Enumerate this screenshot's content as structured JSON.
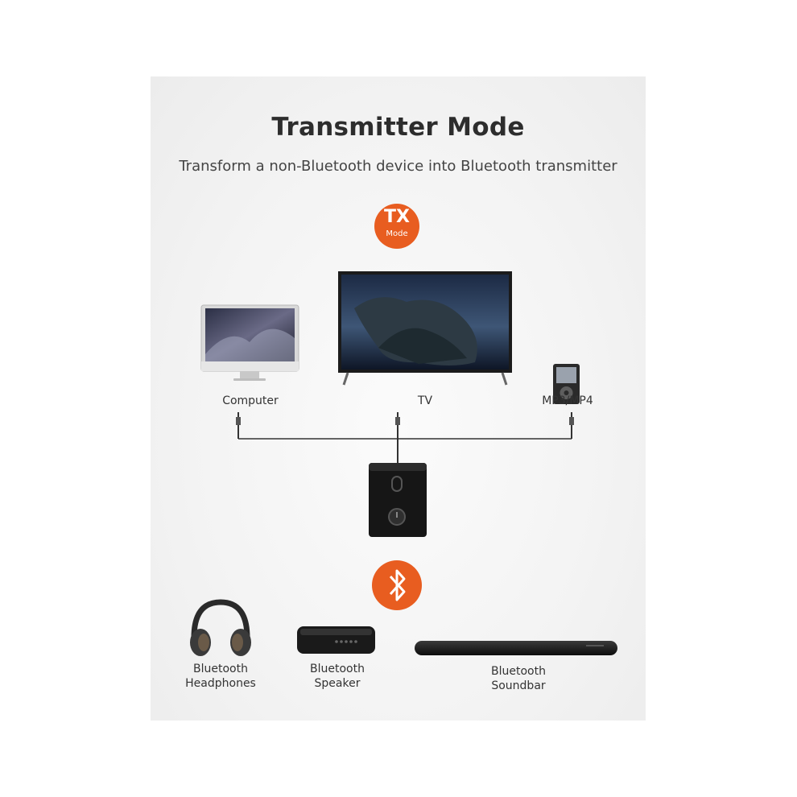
{
  "title": "Transmitter Mode",
  "subtitle": "Transform a non-Bluetooth device into Bluetooth transmitter",
  "mode_badge": {
    "main": "TX",
    "sub": "Mode",
    "color": "#e85d20"
  },
  "sources": [
    {
      "id": "computer",
      "label": "Computer",
      "icon": "computer-icon"
    },
    {
      "id": "tv",
      "label": "TV",
      "icon": "tv-icon"
    },
    {
      "id": "mp3",
      "label": "MP3/MP4",
      "icon": "mp3-player-icon"
    }
  ],
  "transmitter": {
    "icon": "transmitter-device-icon"
  },
  "bluetooth_badge": {
    "icon": "bluetooth-icon",
    "color": "#e85d20"
  },
  "receivers": [
    {
      "id": "headphones",
      "label_line1": "Bluetooth",
      "label_line2": "Headphones",
      "icon": "headphones-icon"
    },
    {
      "id": "speaker",
      "label_line1": "Bluetooth",
      "label_line2": "Speaker",
      "icon": "speaker-icon"
    },
    {
      "id": "soundbar",
      "label_line1": "Bluetooth",
      "label_line2": "Soundbar",
      "icon": "soundbar-icon"
    }
  ]
}
